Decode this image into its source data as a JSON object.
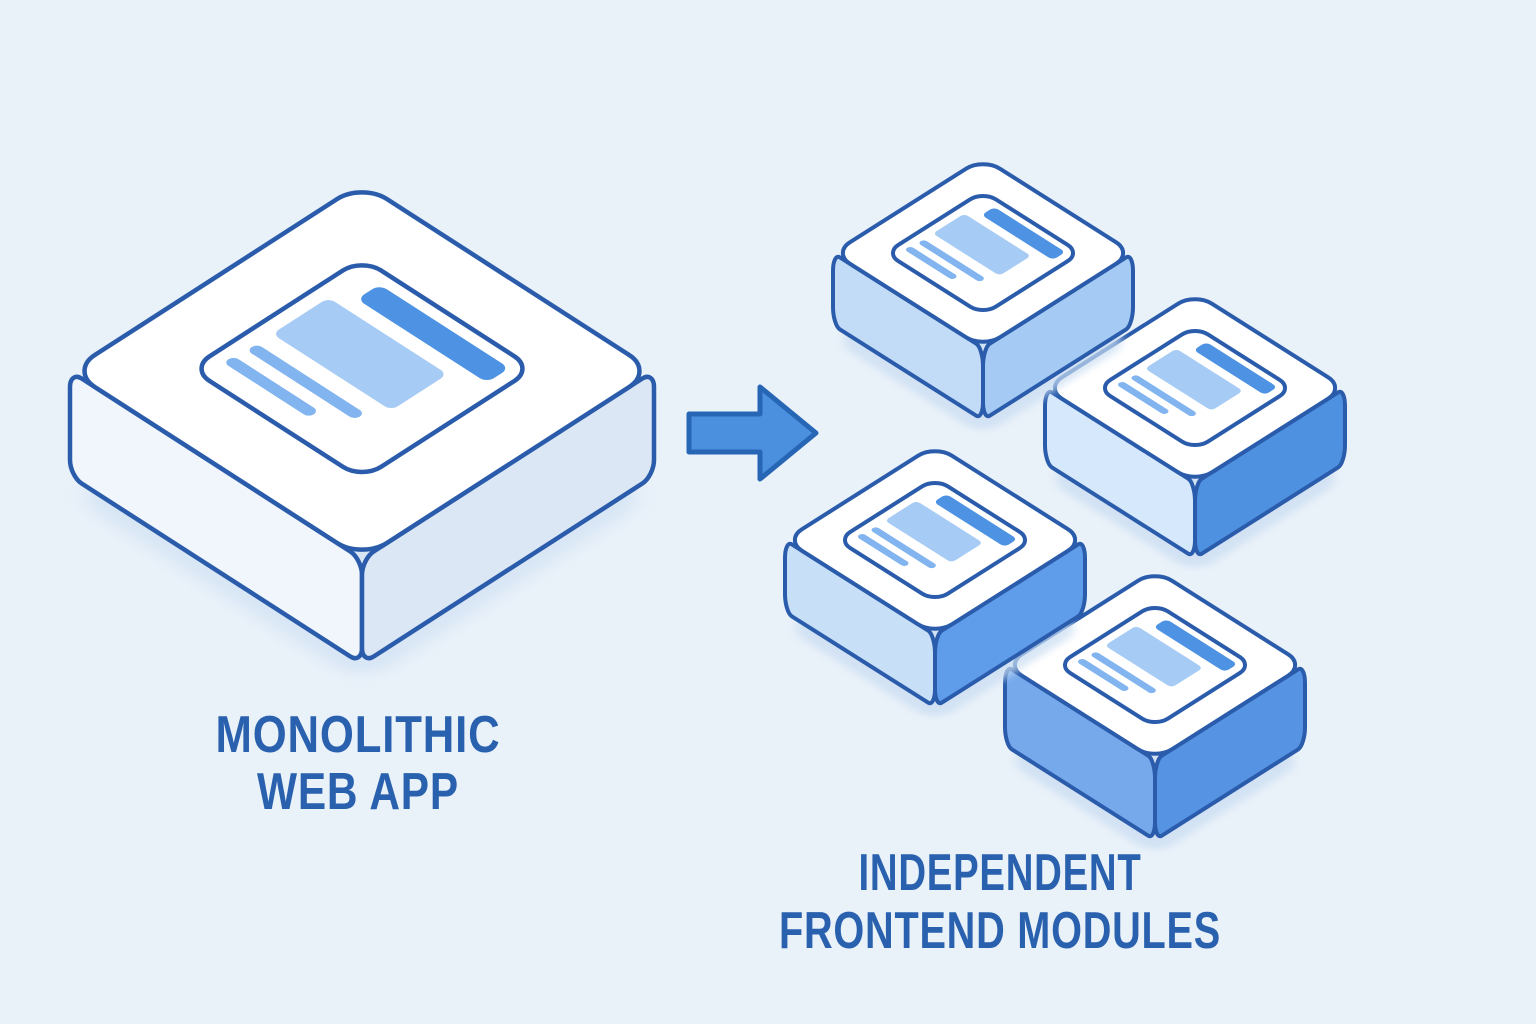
{
  "labels": {
    "monolith": {
      "line1": "MONOLITHIC",
      "line2": "WEB APP"
    },
    "modules": {
      "line1": "INDEPENDENT",
      "line2": "FRONTEND MODULES"
    }
  },
  "colors": {
    "background": "#e9f1f9",
    "outline": "#2a5cab",
    "label_text": "#2a61ae",
    "arrow_fill": "#4b90de",
    "arrow_stroke": "#2766b5",
    "box_top": "#ffffff",
    "panel_fill": "#ffffff",
    "bar_dark": "#4e93e3",
    "bar_medium": "#a6cbf4",
    "bar_light": "#82b4ef",
    "monolith_left": "#f1f6fc",
    "monolith_right": "#dce7f5",
    "m1_left": "#c2dcf8",
    "m1_right": "#a5cbf4",
    "m2_left": "#d6e8fc",
    "m2_right": "#4f91e1",
    "m3_left": "#c8dff8",
    "m3_right": "#5f9ce9",
    "m4_left": "#76a9ec",
    "m4_right": "#5694e3",
    "shadow": "#c9ddf2"
  }
}
